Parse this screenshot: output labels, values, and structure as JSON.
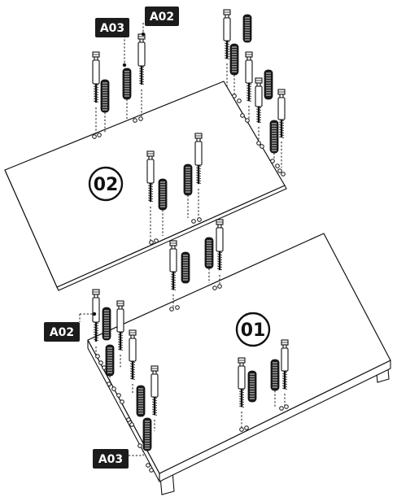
{
  "panels": [
    {
      "id": "02",
      "label": "02"
    },
    {
      "id": "01",
      "label": "01"
    }
  ],
  "part_labels": {
    "cam_bolt": "A02",
    "dowel": "A03"
  },
  "colors": {
    "line": "#111111",
    "label_bg": "#1c1c1c",
    "label_text": "#ffffff",
    "dowel_fill": "#1a1a1a"
  },
  "icons": {
    "cam_bolt": "cam-bolt-icon",
    "dowel": "dowel-pin-icon"
  }
}
